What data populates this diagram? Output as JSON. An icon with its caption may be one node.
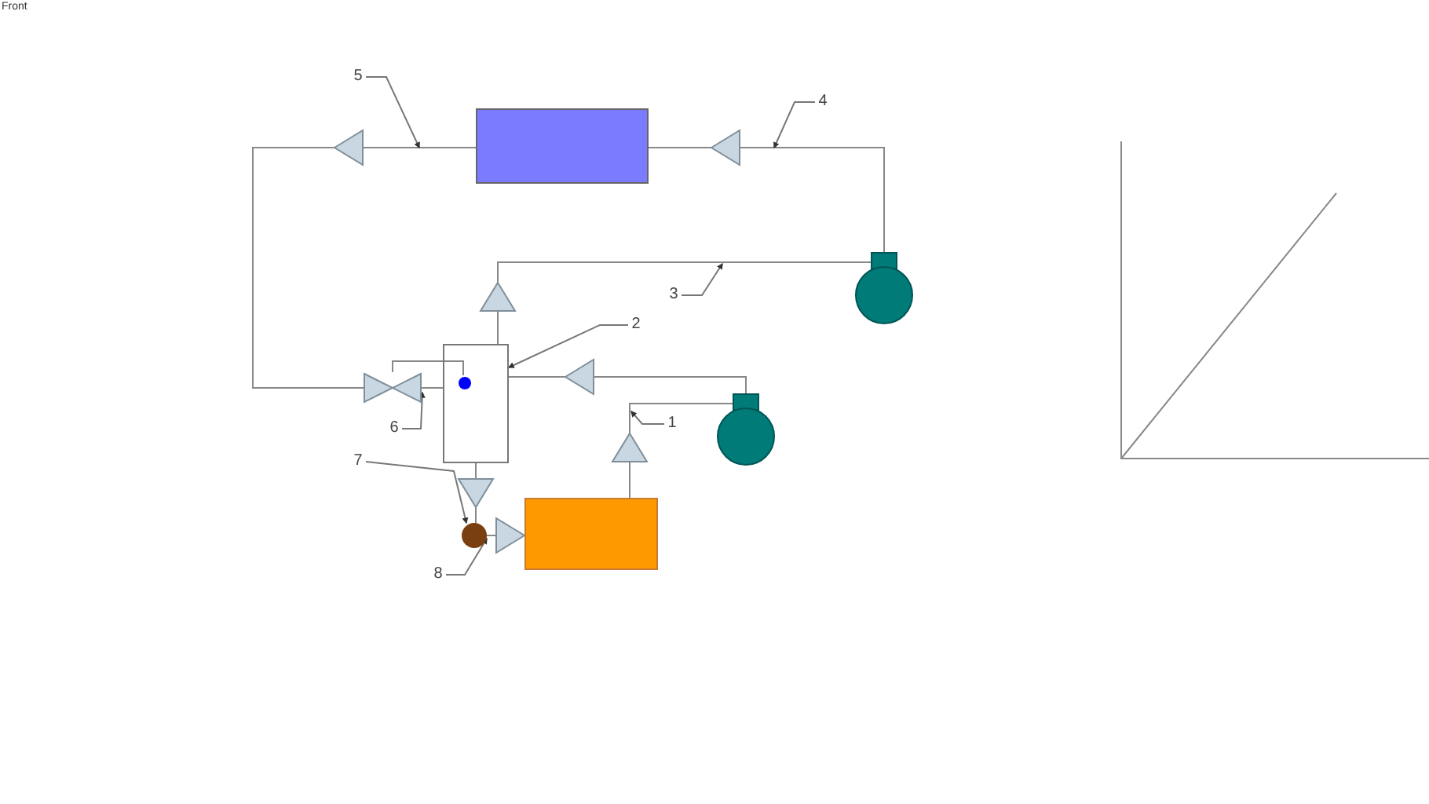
{
  "diagram": {
    "nodes": [
      {
        "text": [],
        "shape": "box"
      },
      {
        "text": [],
        "shape": "pump"
      },
      {
        "text": [],
        "shape": "pump"
      },
      {
        "text": [],
        "shape": "box"
      },
      {
        "text": [],
        "shape": "box"
      },
      {
        "text": [],
        "shape": "valve"
      },
      {
        "text": [],
        "shape": "circle"
      },
      {
        "text": [],
        "shape": "circle",
        "in": 3
      },
      {
        "text": [
          "1"
        ]
      },
      {
        "text": [
          "2"
        ]
      },
      {
        "text": [
          "3"
        ]
      },
      {
        "text": [
          "4"
        ]
      },
      {
        "text": [
          "5"
        ]
      },
      {
        "text": [
          "6"
        ]
      },
      {
        "text": [
          "7"
        ]
      },
      {
        "text": [
          "8"
        ]
      }
    ],
    "edges": [
      {
        "from": 1,
        "to": 0,
        "arrow": "to"
      },
      {
        "from": 0,
        "to": 5,
        "arrow": "to"
      },
      {
        "from": 5,
        "to": 3,
        "arrow": "none"
      },
      {
        "from": 3,
        "to": 1,
        "arrow": "to"
      },
      {
        "from": 2,
        "to": 3,
        "arrow": "to"
      },
      {
        "from": 4,
        "to": 2,
        "arrow": "to"
      },
      {
        "from": 3,
        "to": 6,
        "arrow": "to"
      },
      {
        "from": 6,
        "to": 4,
        "arrow": "to"
      },
      {
        "from": 5,
        "to": 7,
        "arrow": "none"
      },
      {
        "from": 8,
        "to": null,
        "arrow": "to"
      },
      {
        "from": 9,
        "to": 3,
        "arrow": "to"
      },
      {
        "from": 10,
        "to": null,
        "arrow": "to"
      },
      {
        "from": 11,
        "to": null,
        "arrow": "to"
      },
      {
        "from": 12,
        "to": null,
        "arrow": "to"
      },
      {
        "from": 13,
        "to": null,
        "arrow": "to"
      },
      {
        "from": 14,
        "to": 6,
        "arrow": "to"
      },
      {
        "from": 15,
        "to": 6,
        "arrow": "to"
      }
    ],
    "labels": [
      "Front"
    ]
  }
}
